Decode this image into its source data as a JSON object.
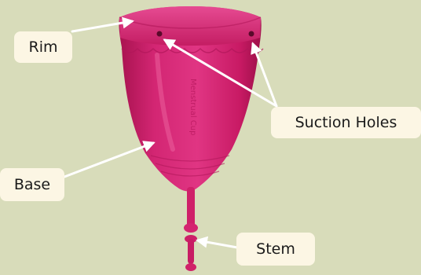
{
  "diagram": {
    "labels": {
      "rim": "Rim",
      "suction_holes": "Suction Holes",
      "base": "Base",
      "stem": "Stem"
    },
    "embossed_text": "Menstrual Cup"
  },
  "colors": {
    "background": "#d8dcba",
    "cup": "#d2226f",
    "label_bg": "#fcf6e4",
    "arrow": "#ffffff"
  }
}
